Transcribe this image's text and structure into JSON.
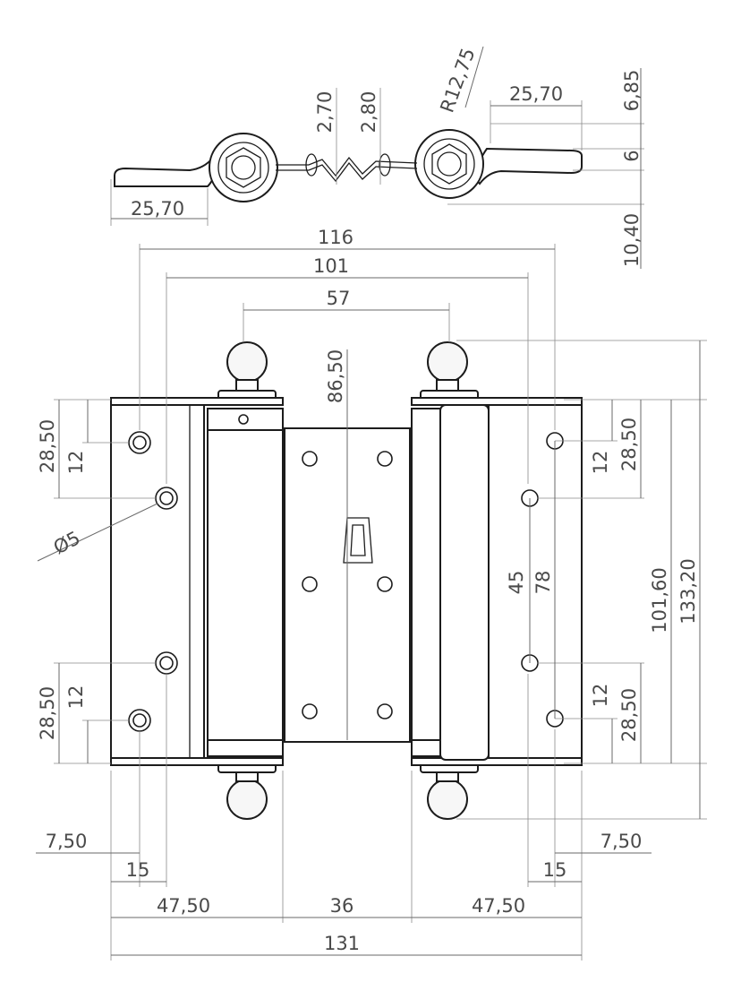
{
  "drawing": {
    "top_view": {
      "left_leaf": "25,70",
      "right_leaf": "25,70",
      "gap_left": "2,70",
      "gap_right": "2,80",
      "radius": "R12,75",
      "h_top": "6,85",
      "h_mid": "6",
      "h_bottom": "10,40"
    },
    "front_view": {
      "overall_width_top": "116",
      "hole_span": "101",
      "knob_span": "57",
      "center_plate_height": "86,50",
      "left_top_outer": "28,50",
      "left_top_inner": "12",
      "left_bottom_outer": "28,50",
      "left_bottom_inner": "12",
      "hole_diameter": "Ø5",
      "right_top_inner": "12",
      "right_top_outer": "28,50",
      "right_bottom_inner": "12",
      "right_bottom_outer": "28,50",
      "right_inner_span": "45",
      "right_outer_span": "78",
      "leaf_height": "101,60",
      "overall_height": "133,20",
      "left_edge": "7,50",
      "left_hole_spacing": "15",
      "right_edge": "7,50",
      "right_hole_spacing": "15",
      "left_leaf_width": "47,50",
      "center_width": "36",
      "right_leaf_width": "47,50",
      "overall_width": "131"
    }
  }
}
